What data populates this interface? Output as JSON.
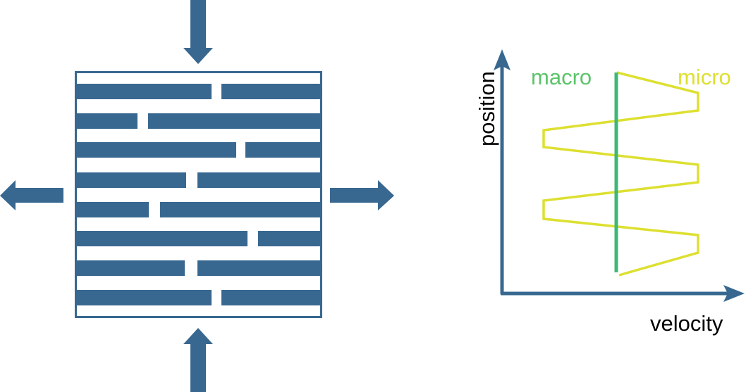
{
  "colors": {
    "blue": "#386890",
    "green": "#3cb878",
    "green_label": "#5cc46a",
    "yellow": "#dde030",
    "background": "#ffffff"
  },
  "plot": {
    "xlabel": "velocity",
    "ylabel": "position",
    "macro_label": "macro",
    "micro_label": "micro"
  },
  "icons": [
    "arrow-down-icon",
    "arrow-up-icon",
    "arrow-left-icon",
    "arrow-right-icon"
  ]
}
